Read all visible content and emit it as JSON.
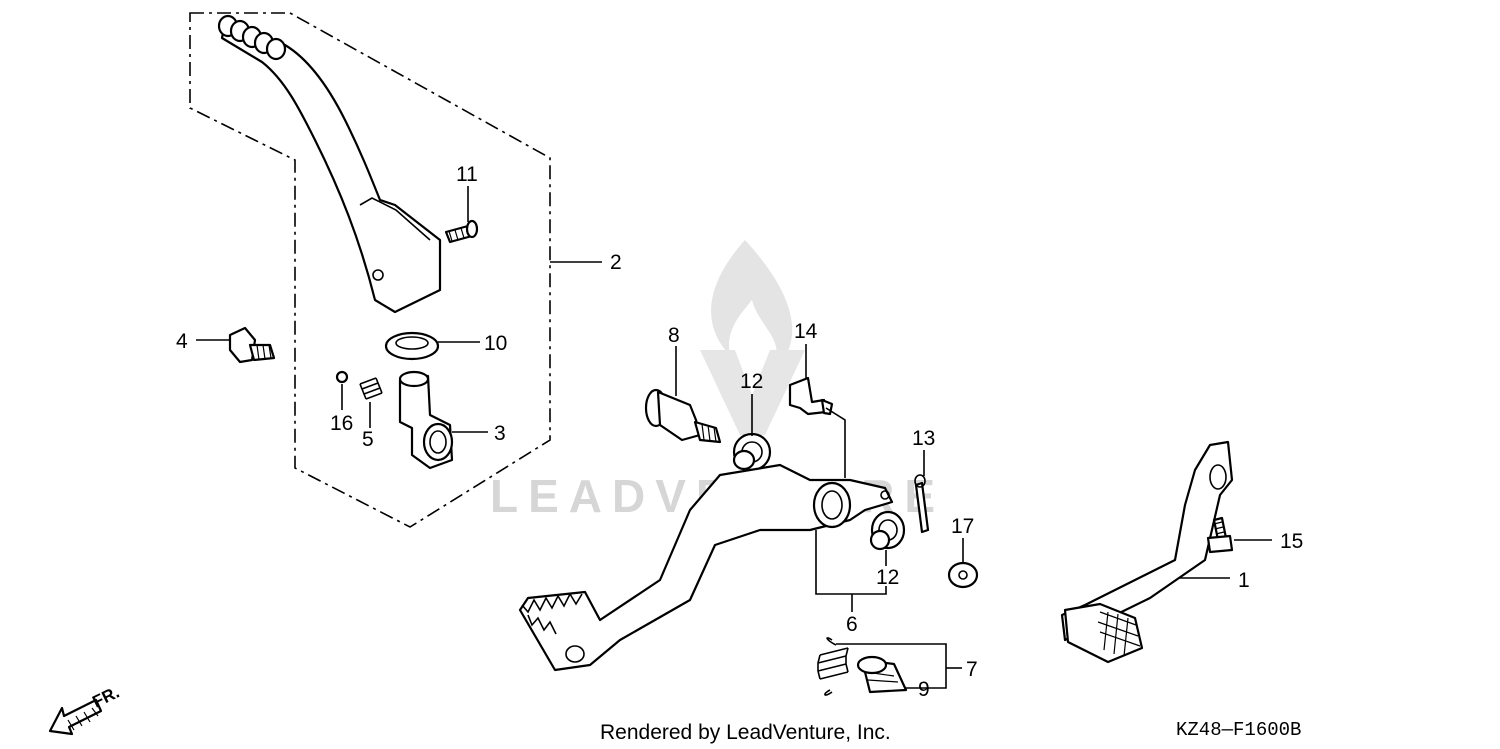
{
  "diagram": {
    "callouts": [
      {
        "id": "1",
        "label": "1"
      },
      {
        "id": "2",
        "label": "2"
      },
      {
        "id": "3",
        "label": "3"
      },
      {
        "id": "4",
        "label": "4"
      },
      {
        "id": "5",
        "label": "5"
      },
      {
        "id": "6",
        "label": "6"
      },
      {
        "id": "7",
        "label": "7"
      },
      {
        "id": "8",
        "label": "8"
      },
      {
        "id": "9",
        "label": "9"
      },
      {
        "id": "10",
        "label": "10"
      },
      {
        "id": "11",
        "label": "11"
      },
      {
        "id": "12a",
        "label": "12"
      },
      {
        "id": "12b",
        "label": "12"
      },
      {
        "id": "13",
        "label": "13"
      },
      {
        "id": "14",
        "label": "14"
      },
      {
        "id": "15",
        "label": "15"
      },
      {
        "id": "16",
        "label": "16"
      },
      {
        "id": "17",
        "label": "17"
      }
    ],
    "direction_label": "FR.",
    "credit": "Rendered by LeadVenture, Inc.",
    "diagram_code": "KZ48—F1600B",
    "watermark": "LEADVENTURE"
  }
}
